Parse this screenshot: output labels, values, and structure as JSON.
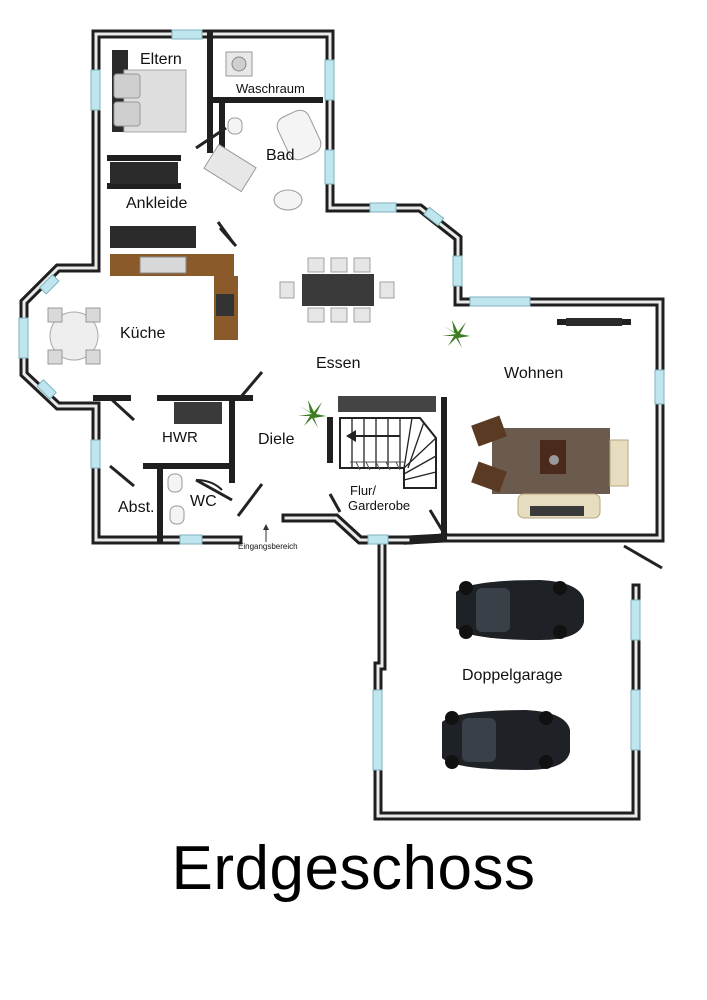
{
  "title": "Erdgeschoss",
  "rooms": {
    "eltern": "Eltern",
    "waschraum": "Waschraum",
    "bad": "Bad",
    "ankleide": "Ankleide",
    "kueche": "Küche",
    "essen": "Essen",
    "wohnen": "Wohnen",
    "hwr": "HWR",
    "diele": "Diele",
    "flur_line1": "Flur/",
    "flur_line2": "Garderobe",
    "abst": "Abst.",
    "wc": "WC",
    "eingang": "Eingangsbereich",
    "garage": "Doppelgarage"
  },
  "colors": {
    "wall": "#222222",
    "wall_highlight": "#e8e8e8",
    "window": "#bfe6ee",
    "floor": "#ffffff",
    "cabinet_dark": "#2b2b2b",
    "countertop_wood": "#8a5a2b",
    "rug": "#6b5a4e",
    "car": "#1e2126",
    "plant": "#3f7d22",
    "sofa": "#e6dcc0"
  }
}
